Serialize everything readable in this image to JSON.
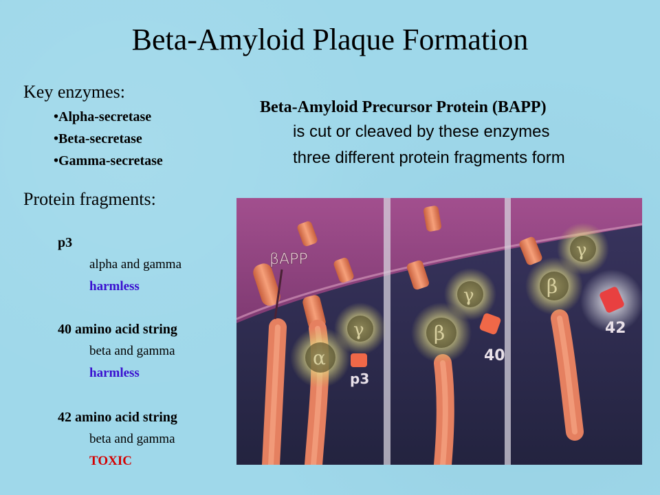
{
  "slide": {
    "title": "Beta-Amyloid Plaque Formation"
  },
  "enzymes": {
    "heading": "Key enzymes:",
    "items": [
      "•Alpha-secretase",
      "•Beta-secretase",
      "•Gamma-secretase"
    ]
  },
  "bapp": {
    "heading": "Beta-Amyloid Precursor Protein (ΒAPP)",
    "line1": "is cut or cleaved by these enzymes",
    "line2": "three different protein fragments form"
  },
  "fragments": {
    "heading": "Protein fragments:",
    "items": [
      {
        "name": "p3",
        "enzymes": "alpha and gamma",
        "status": "harmless"
      },
      {
        "name": "40 amino acid string",
        "enzymes": "beta and gamma",
        "status": "harmless"
      },
      {
        "name": "42 amino acid string",
        "enzymes": "beta and gamma",
        "status": "TOXIC"
      }
    ]
  },
  "figure": {
    "labels": {
      "bapp": "βAPP",
      "alpha": "α",
      "gamma": "γ",
      "beta": "β",
      "p3": "p3",
      "f40": "40",
      "f42": "42"
    }
  },
  "colors": {
    "background": "#9fd8ea",
    "harmless": "#3a0fd0",
    "toxic": "#d40000",
    "membrane": "#9a4a86",
    "cytoplasm": "#2a2a4a",
    "protein": "#f08a62"
  }
}
